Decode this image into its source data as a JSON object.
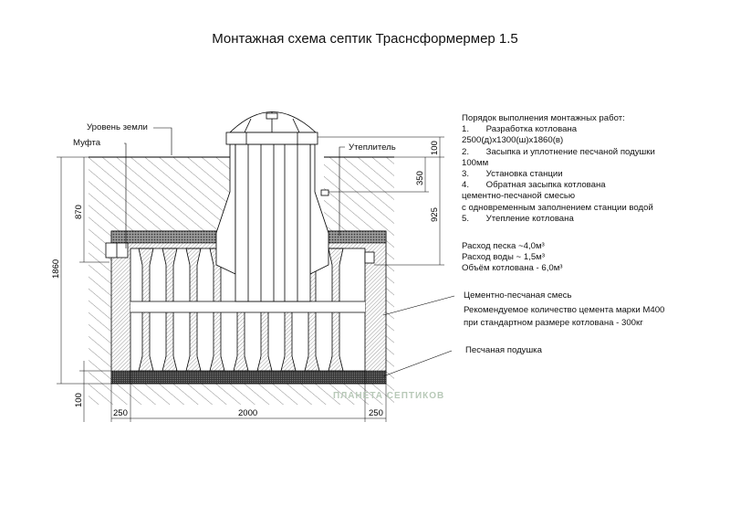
{
  "title": "Монтажная схема септик Траснсформермер 1.5",
  "labels": {
    "ground_level": "Уровень земли",
    "coupling": "Муфта",
    "insulation": "Утеплитель",
    "cement_sand": "Цементно-песчаная смесь",
    "cement_rec_1": "Рекомендуемое количество цемента марки М400",
    "cement_rec_2": "при стандартном размере котлована - 300кг",
    "sand_cushion": "Песчаная подушка"
  },
  "procedure": [
    "Порядок выполнения монтажных работ:",
    "1.       Разработка котлована",
    "2500(д)х1300(ш)х1860(в)",
    "2.       Засыпка и уплотнение песчаной подушки",
    "100мм",
    "3.       Установка станции",
    "4.       Обратная засыпка котлована",
    "цементно-песчаной смесью",
    "с одновременным заполнением станции водой",
    "5.       Утепление котлована"
  ],
  "consumption": [
    "Расход песка ~4,0м³",
    "Расход воды ~ 1,5м³",
    "Объём котлована - 6,0м³"
  ],
  "dimensions": {
    "total_depth": "1860",
    "inlet_depth": "870",
    "sand_thickness": "100",
    "left_margin": "250",
    "station_width": "2000",
    "right_margin": "250",
    "lid_above_ground": "100",
    "outlet_depth_top": "350",
    "outlet_depth": "925"
  },
  "watermark": "ПЛАНЕТА СЕПТИКОВ"
}
